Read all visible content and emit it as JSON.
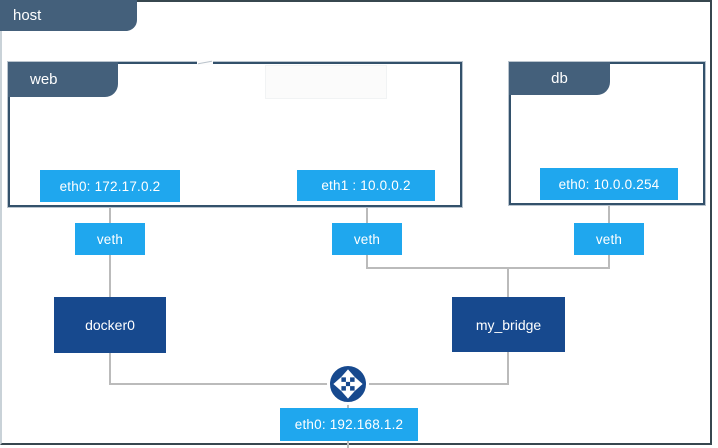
{
  "host": {
    "label": "host",
    "interface": {
      "label": "eth0: 192.168.1.2"
    }
  },
  "containers": [
    {
      "id": "web",
      "label": "web",
      "interfaces": [
        {
          "label": "eth0: 172.17.0.2"
        },
        {
          "label": "eth1 : 10.0.0.2"
        }
      ]
    },
    {
      "id": "db",
      "label": "db",
      "interfaces": [
        {
          "label": "eth0: 10.0.0.254"
        }
      ]
    }
  ],
  "veths": [
    {
      "label": "veth"
    },
    {
      "label": "veth"
    },
    {
      "label": "veth"
    }
  ],
  "bridges": [
    {
      "label": "docker0"
    },
    {
      "label": "my_bridge"
    }
  ],
  "icons": {
    "router": "router-cross-arrows-icon"
  },
  "colors": {
    "accent_blue": "#1FA7EE",
    "navy": "#17498E",
    "slate_tab": "#44607B",
    "box_border": "#33516B",
    "connector_line": "#BBBBBB"
  }
}
